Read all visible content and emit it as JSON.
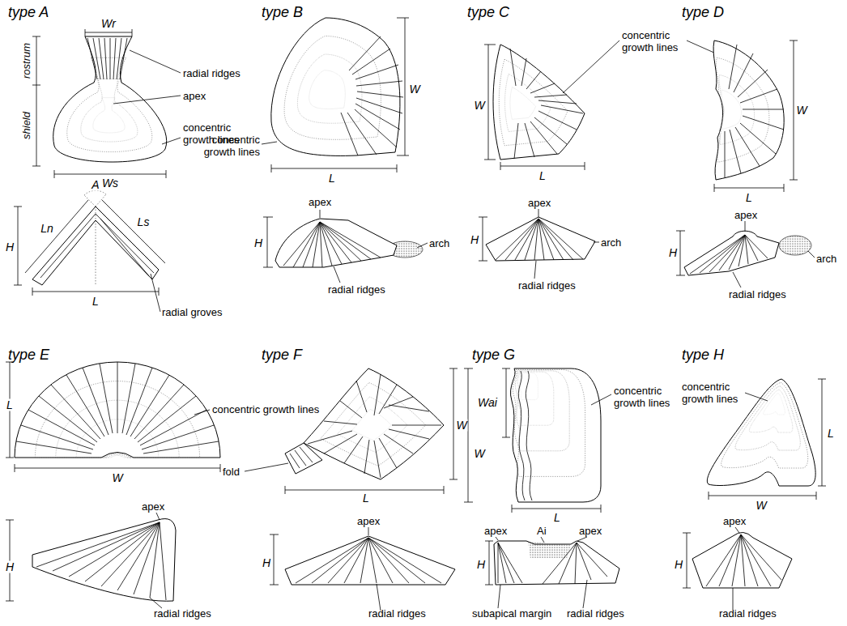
{
  "diagram": {
    "labels": [
      "type A",
      "Wr",
      "rostrum",
      "radial ridges",
      "apex",
      "shield",
      "concentric growth lines",
      "Ws",
      "A",
      "H",
      "Ln",
      "Ls",
      "L",
      "radial groves",
      "type B",
      "W",
      "concentric growth lines",
      "L",
      "apex",
      "H",
      "arch",
      "radial ridges",
      "type C",
      "concentric growth lines",
      "W",
      "L",
      "apex",
      "H",
      "arch",
      "radial ridges",
      "type D",
      "W",
      "L",
      "apex",
      "H",
      "arch",
      "radial ridges",
      "type E",
      "L",
      "concentric growth lines",
      "W",
      "apex",
      "H",
      "radial ridges",
      "type F",
      "W",
      "fold",
      "L",
      "apex",
      "H",
      "radial ridges",
      "type G",
      "Wai",
      "W",
      "concentric growth lines",
      "L",
      "apex",
      "Ai",
      "apex",
      "H",
      "subapical margin",
      "radial ridges",
      "type H",
      "concentric growth lines",
      "L",
      "W",
      "apex",
      "H",
      "radial ridges"
    ]
  }
}
